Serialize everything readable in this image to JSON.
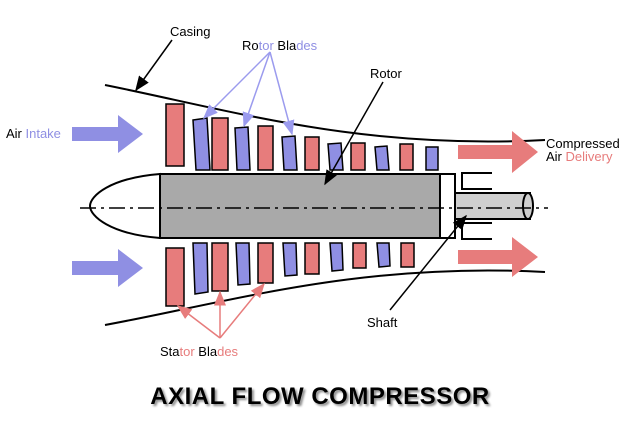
{
  "title": "AXIAL FLOW COMPRESSOR",
  "labels": {
    "casing": "Casing",
    "rotor": "Rotor",
    "shaft": "Shaft",
    "rotor_blades": {
      "a": "Ro",
      "b": "tor",
      "c": " Bla",
      "d": "des"
    },
    "stator_blades": {
      "a": "Sta",
      "b": "tor",
      "c": " Bla",
      "d": "des"
    },
    "air_intake": {
      "a": "Air ",
      "b": "Intake"
    },
    "compressed": "Compressed",
    "air_delivery": {
      "a": "Air ",
      "b": "Delivery"
    }
  },
  "colors": {
    "rotor_blade": "#8f8fe3",
    "stator_blade": "#e77c7c",
    "rotor_pointer": "#9b9bee",
    "stator_pointer": "#e77c7c",
    "intake_arrow": "#8f8fe3",
    "delivery_arrow": "#e77c7c",
    "drum": "#a9a9a9",
    "shaft": "#cfcfcf"
  }
}
